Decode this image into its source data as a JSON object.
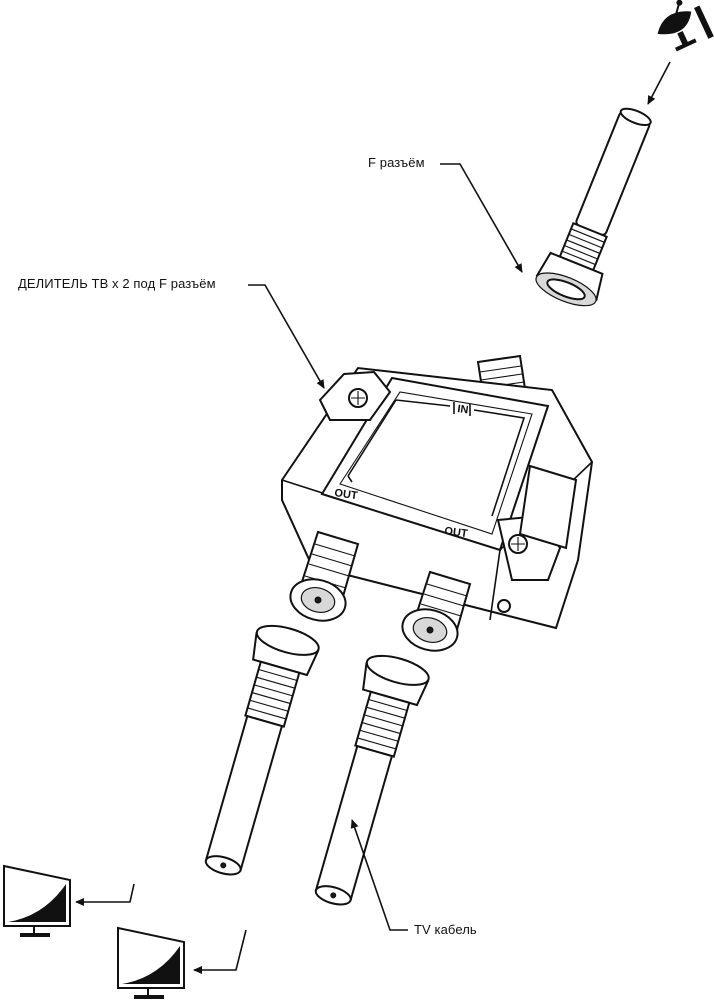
{
  "labels": {
    "f_connector": "F разъём",
    "splitter": "ДЕЛИТЕЛЬ ТВ х 2 под F разъём",
    "tv_cable": "TV кабель"
  },
  "ports": {
    "in": "IN",
    "out_left": "OUT",
    "out_right": "OUT"
  },
  "icons": [
    "satellite-dish-icon",
    "tv-icon",
    "tv-icon"
  ]
}
